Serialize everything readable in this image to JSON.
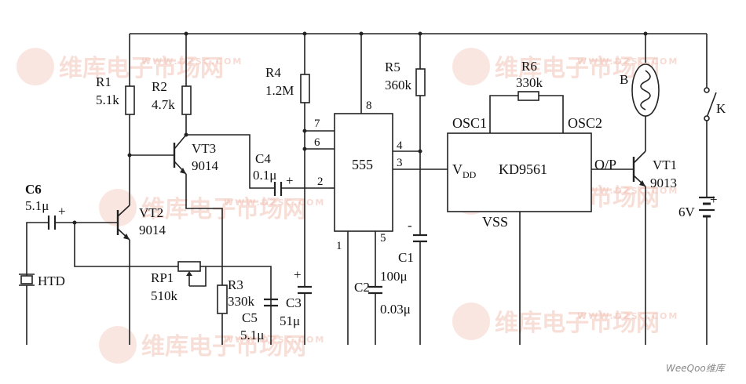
{
  "watermark": {
    "brand": "维库电子市场网",
    "url": "WWW.DZSC.COM"
  },
  "corner_mark": "WeeQoo维库",
  "components": {
    "r1": {
      "name": "R1",
      "value": "5.1k"
    },
    "r2": {
      "name": "R2",
      "value": "4.7k"
    },
    "r3": {
      "name": "R3",
      "value": "330k"
    },
    "r4": {
      "name": "R4",
      "value": "1.2M"
    },
    "r5": {
      "name": "R5",
      "value": "360k"
    },
    "r6": {
      "name": "R6",
      "value": "330k"
    },
    "rp1": {
      "name": "RP1",
      "value": "510k"
    },
    "c1": {
      "name": "C1",
      "value": "100μ"
    },
    "c2": {
      "name": "C2",
      "value": "0.03μ"
    },
    "c3": {
      "name": "C3",
      "value": "51μ"
    },
    "c4": {
      "name": "C4",
      "value": "0.1μ"
    },
    "c5": {
      "name": "C5",
      "value": "5.1μ"
    },
    "c6": {
      "name": "C6",
      "value": "5.1μ"
    },
    "vt1": {
      "name": "VT1",
      "value": "9013"
    },
    "vt2": {
      "name": "VT2",
      "value": "9014"
    },
    "vt3": {
      "name": "VT3",
      "value": "9014"
    },
    "htd": {
      "name": "HTD"
    },
    "bulb": {
      "name": "B"
    },
    "switch": {
      "name": "K"
    },
    "battery": {
      "name": "6V"
    }
  },
  "ic555": {
    "label": "555",
    "pins": {
      "p8": "8",
      "p7": "7",
      "p6": "6",
      "p2": "2",
      "p4": "4",
      "p3": "3",
      "p1": "1",
      "p5": "5"
    }
  },
  "ic_kd": {
    "label": "KD9561",
    "vdd": "V",
    "vdd_sub": "DD",
    "vss": "VSS",
    "osc1": "OSC1",
    "osc2": "OSC2",
    "op": "O/P"
  },
  "polarity": {
    "plus": "+"
  }
}
